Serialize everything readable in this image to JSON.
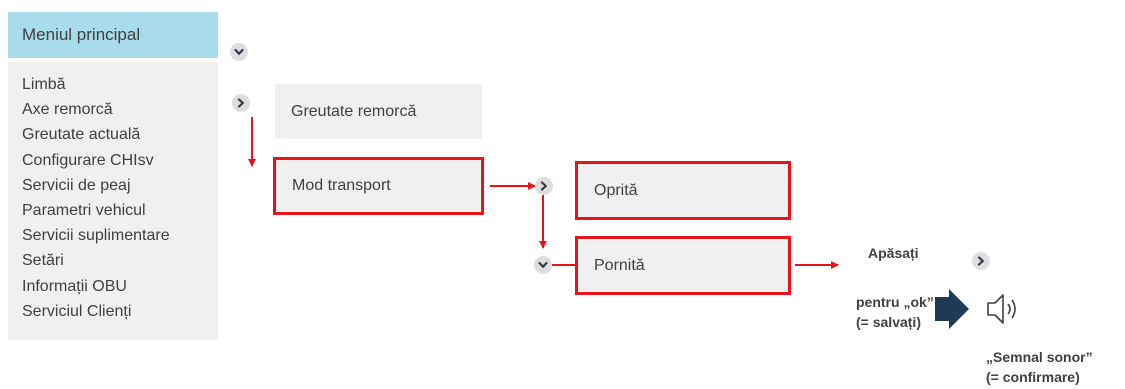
{
  "menu": {
    "title": "Meniul principal",
    "items": [
      {
        "label": "Limbă"
      },
      {
        "label": "Axe remorcă"
      },
      {
        "label": "Greutate actuală"
      },
      {
        "label": "Configurare CHIsv"
      },
      {
        "label": "Servicii de peaj"
      },
      {
        "label": "Parametri vehicul"
      },
      {
        "label": "Servicii suplimentare"
      },
      {
        "label": "Setări"
      },
      {
        "label": "Informații OBU"
      },
      {
        "label": "Serviciul Clienți"
      }
    ]
  },
  "submenu": {
    "greutate_remorca": "Greutate remorcă",
    "mod_transport": "Mod transport"
  },
  "options": {
    "oprita": "Oprită",
    "pornita": "Pornită"
  },
  "instruction": {
    "press": "Apăsați",
    "ok_line1": "pentru „ok”",
    "ok_line2": "(= salvați)",
    "signal_line1": "„Semnal sonor”",
    "signal_line2": "(= confirmare)"
  },
  "icons": {
    "menu_down": "chevron-down-icon",
    "menu_right": "chevron-right-icon",
    "transport_right": "chevron-right-icon",
    "option_down": "chevron-down-icon",
    "ok_right": "chevron-right-icon",
    "ok_arrow": "arrow-right-icon",
    "speaker": "speaker-icon"
  },
  "colors": {
    "menu_header_bg": "#a9dcea",
    "box_bg": "#f0f0f0",
    "highlight_red": "#e8141c",
    "arrow_navy": "#1f3b57"
  }
}
